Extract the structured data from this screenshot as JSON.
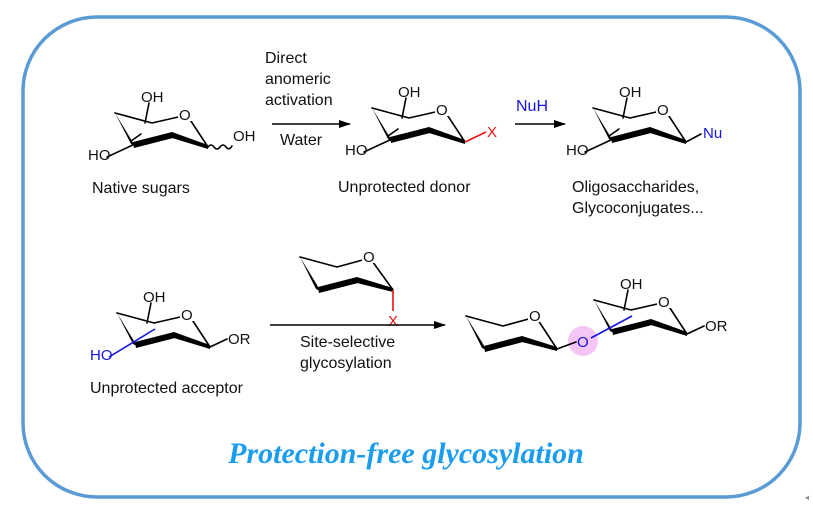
{
  "colors": {
    "frame": "#5b9bd5",
    "title": "#1a9cf0",
    "highlight_red": "#ee1111",
    "highlight_blue": "#1414e0",
    "pink_halo": "#f5c6f5"
  },
  "title": "Protection-free glycosylation",
  "row1": {
    "native_sugar": {
      "caption": "Native sugars",
      "top_oh": "OH",
      "left_ho": "HO",
      "anomeric_oh": "OH",
      "ring_o": "O"
    },
    "arrow1": {
      "above_lines": [
        "Direct",
        "anomeric",
        "activation"
      ],
      "below": "Water"
    },
    "donor": {
      "caption": "Unprotected donor",
      "top_oh": "OH",
      "left_ho": "HO",
      "ring_o": "O",
      "leaving_group": "X"
    },
    "arrow2": {
      "above": "NuH"
    },
    "product": {
      "caption_lines": [
        "Oligosaccharides,",
        "Glycoconjugates..."
      ],
      "top_oh": "OH",
      "left_ho": "HO",
      "ring_o": "O",
      "nucleophile": "Nu"
    }
  },
  "row2": {
    "acceptor": {
      "caption": "Unprotected acceptor",
      "top_oh": "OH",
      "left_ho": "HO",
      "ring_o": "O",
      "aglycone": "OR"
    },
    "glycosyl_donor": {
      "ring_o": "O",
      "leaving_group": "X"
    },
    "arrow": {
      "below_lines": [
        "Site-selective",
        "glycosylation"
      ]
    },
    "disaccharide": {
      "ring_o_left": "O",
      "glycosidic_o": "O",
      "top_oh": "OH",
      "ring_o_right": "O",
      "aglycone": "OR"
    }
  },
  "corner_marker": "◂"
}
